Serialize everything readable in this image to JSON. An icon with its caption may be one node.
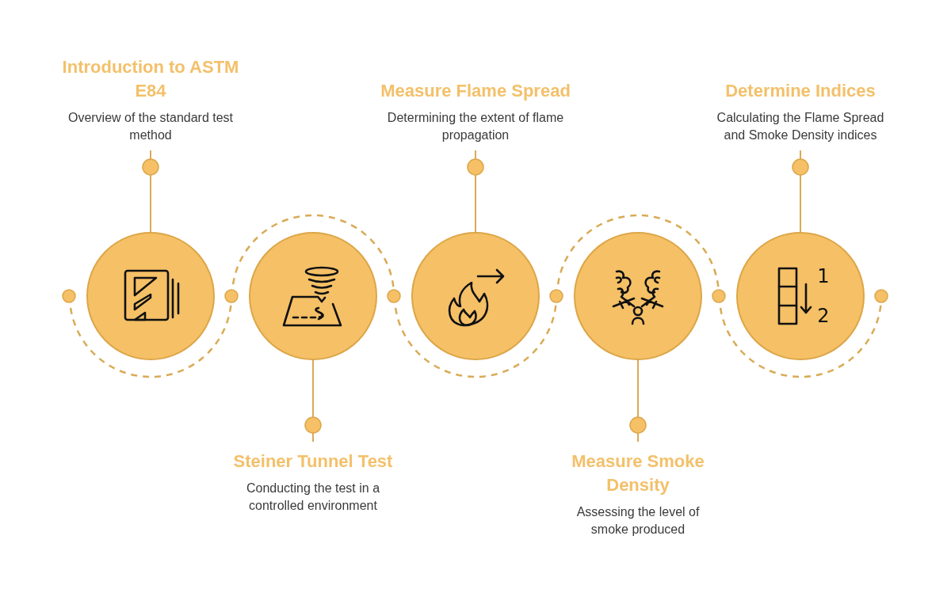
{
  "diagram": {
    "nodes": [
      {
        "text": [
          "Introduction to ASTM E84",
          "Overview of the standard test method"
        ]
      },
      {
        "text": [],
        "shape": "circle"
      },
      {
        "text": [
          "Steiner Tunnel Test",
          "Conducting the test in a controlled environment"
        ]
      },
      {
        "text": [],
        "shape": "circle"
      },
      {
        "text": [
          "Measure Flame Spread",
          "Determining the extent of flame propagation"
        ]
      },
      {
        "text": [],
        "shape": "circle"
      },
      {
        "text": [
          "Measure Smoke Density",
          "Assessing the level of smoke produced"
        ]
      },
      {
        "text": [],
        "shape": "circle"
      },
      {
        "text": [
          "Determine Indices",
          "Calculating the Flame Spread and Smoke Density indices"
        ]
      },
      {
        "text": [],
        "shape": "circle"
      }
    ],
    "edges": [
      {
        "from": 1,
        "to": 0,
        "arrow": "other"
      },
      {
        "from": 3,
        "to": 2,
        "arrow": "other"
      },
      {
        "from": 5,
        "to": 4,
        "arrow": "other"
      },
      {
        "from": 7,
        "to": 6,
        "arrow": "other"
      },
      {
        "from": 9,
        "to": 8,
        "arrow": "other"
      }
    ],
    "labels": [
      "1",
      "2"
    ]
  }
}
